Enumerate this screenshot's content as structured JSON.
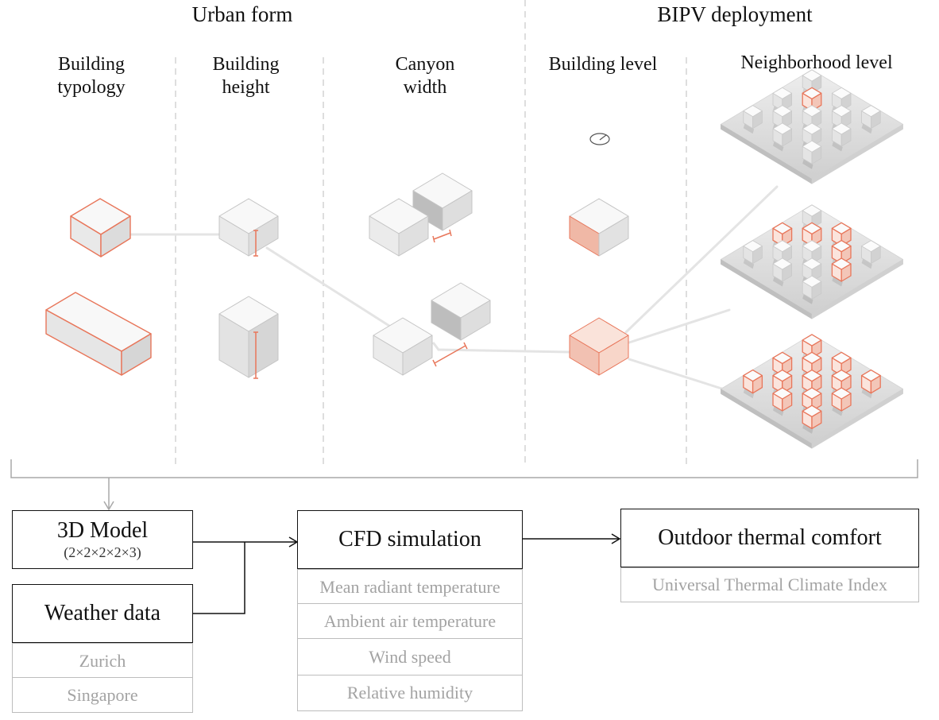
{
  "sections": {
    "urban_form": "Urban form",
    "bipv": "BIPV deployment"
  },
  "columns": {
    "typology": [
      "Building",
      "typology"
    ],
    "height": [
      "Building",
      "height"
    ],
    "canyon": [
      "Canyon",
      "width"
    ],
    "building_level": "Building level",
    "neighborhood_level": "Neighborhood level"
  },
  "boxes": {
    "model": {
      "title": "3D Model",
      "subtitle": "(2×2×2×2×3)"
    },
    "weather": {
      "title": "Weather data",
      "items": [
        "Zurich",
        "Singapore"
      ]
    },
    "cfd": {
      "title": "CFD simulation",
      "items": [
        "Mean radiant temperature",
        "Ambient air temperature",
        "Wind speed",
        "Relative humidity"
      ]
    },
    "comfort": {
      "title": "Outdoor thermal comfort",
      "items": [
        "Universal Thermal Climate Index"
      ]
    }
  },
  "colors": {
    "accent": "#e8765a",
    "accent_fill": "#f2c1b2",
    "line": "#111111",
    "muted_text": "#a3a3a3",
    "muted_border": "#bdbdbd",
    "divider": "#c8c8c8",
    "connector": "#e4e4e4"
  }
}
